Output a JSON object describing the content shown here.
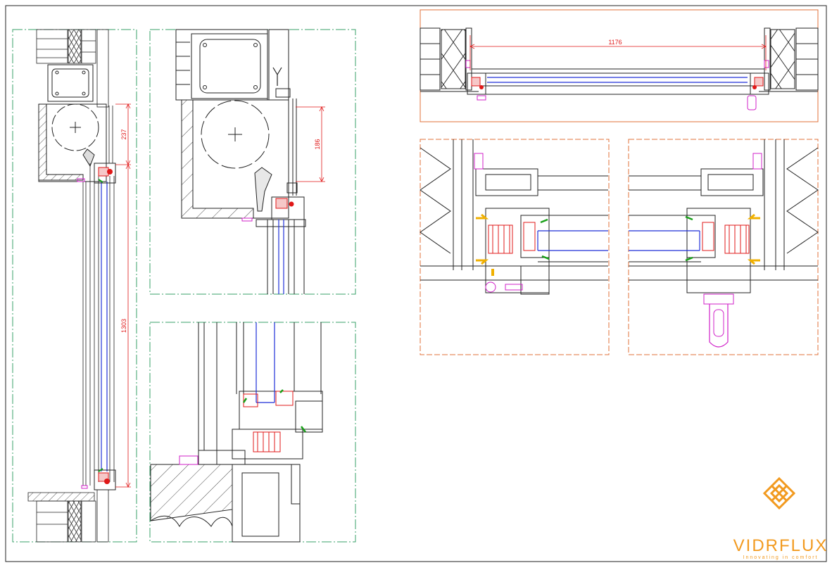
{
  "colors": {
    "frame_green": "#3aa06a",
    "frame_orange": "#e0703a",
    "dimension_red": "#e01818",
    "glass_blue": "#1f2fd8",
    "accent_magenta": "#d020c8",
    "gasket_green": "#19a019",
    "hardware_yellow": "#f0b000",
    "brand_orange": "#f29a1f",
    "line": "#222222"
  },
  "dimensions": {
    "box_height": "237",
    "window_height": "1303",
    "box_detail_height": "186",
    "plan_width": "1176"
  },
  "brand": {
    "name": "VIDRFLUX",
    "tagline": "Innovating in comfort"
  },
  "icons": {
    "logo": "vidreflux-diamond-logo"
  }
}
